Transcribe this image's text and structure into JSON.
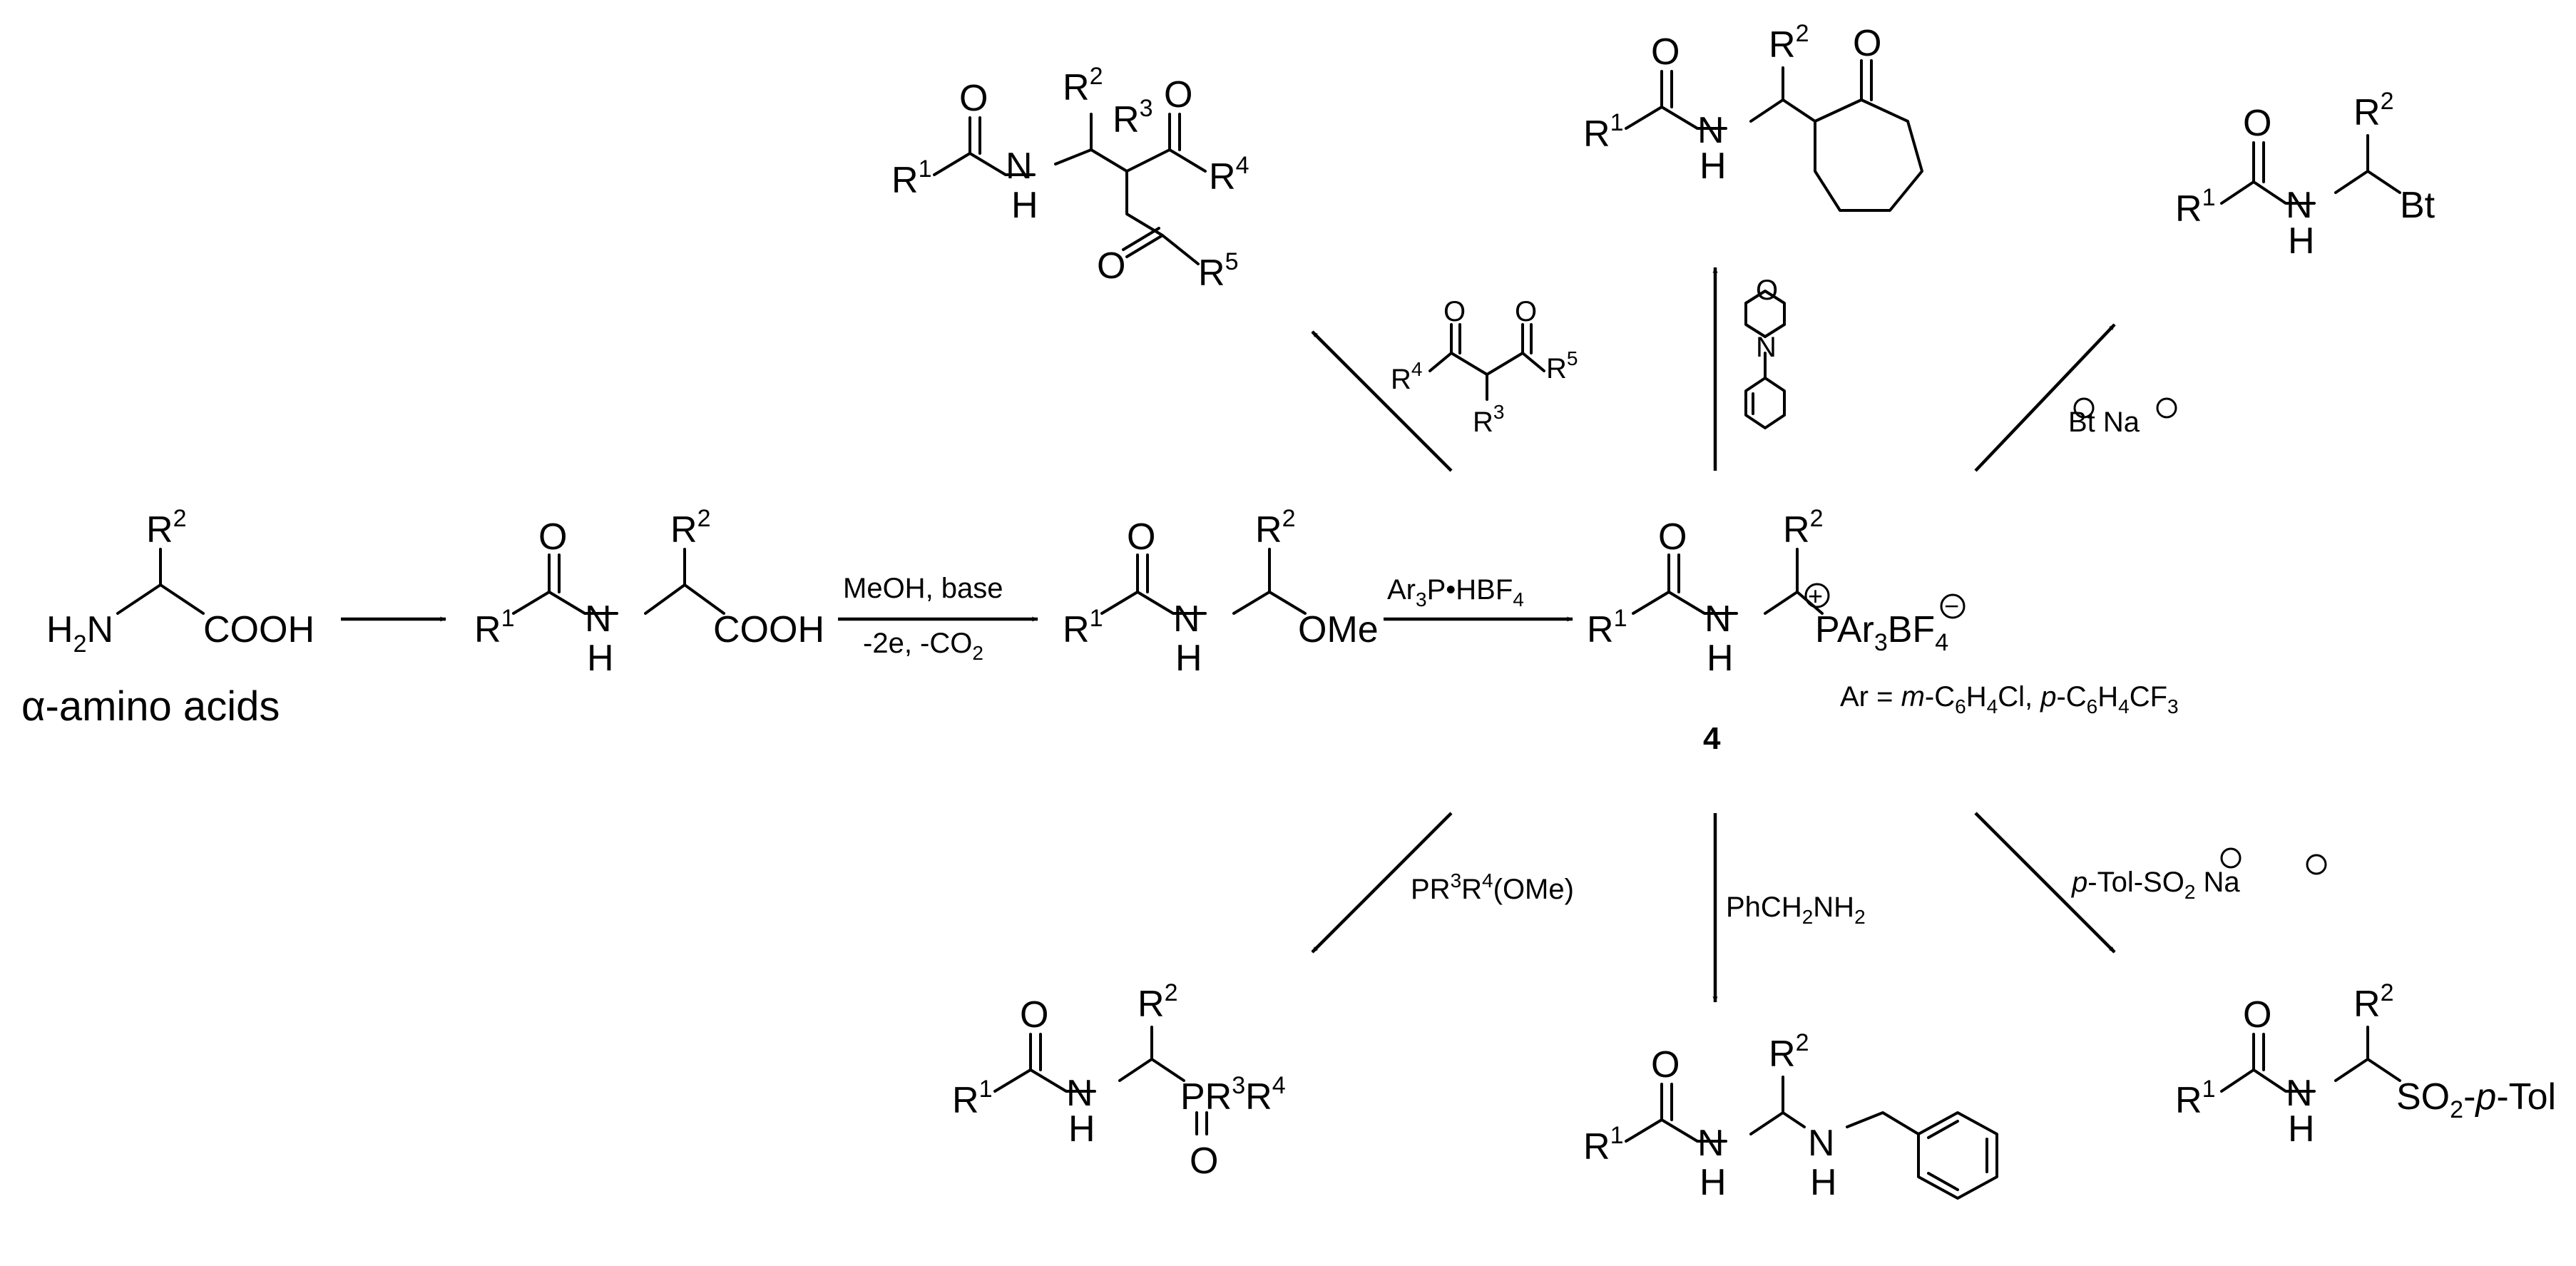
{
  "figure": {
    "alpha_label": "α-amino acids",
    "compound_number": "4",
    "ar_definition": {
      "prefix": "Ar = ",
      "m": "m",
      "part1": "-C",
      "s6": "6",
      "h": "H",
      "s4": "4",
      "cl_sep": "Cl, ",
      "p": "p",
      "part2": "-C",
      "cf": "CF",
      "s3": "3"
    },
    "atoms": {
      "R": "R",
      "one": "1",
      "two": "2",
      "three": "3",
      "four": "4",
      "five": "5",
      "O": "O",
      "N": "N",
      "H": "H",
      "P": "P",
      "H2N": "H",
      "NH2_sub": "2",
      "N_after": "N",
      "COOH": "COOH",
      "OMe": "OMe",
      "Bt": "Bt",
      "Na": "Na",
      "PAr3BF4": {
        "main": "PAr",
        "s3": "3",
        "bf": "BF",
        "s4": "4"
      },
      "PR3R4": {
        "p": "PR",
        "r": "R"
      },
      "SO2pTol": {
        "so": "SO",
        "s2": "2",
        "dash": "-",
        "p": "p",
        "tol": "-Tol"
      },
      "minus": "−",
      "plus": "+"
    },
    "reagents": {
      "electro_top": "MeOH, base",
      "electro_bottom": {
        "a": "-2e, -CO",
        "s": "2"
      },
      "phosphonium": {
        "a": "Ar",
        "s3": "3",
        "b": "P•HBF",
        "s4": "4"
      },
      "phosphite": {
        "a": "PR",
        "b": "R",
        "c": "(OMe)"
      },
      "benzylamine": {
        "a": "PhCH",
        "s": "2",
        "b": "NH",
        "s2": "2"
      },
      "sulfinate": {
        "p": "p",
        "a": "-Tol-SO",
        "s": "2",
        "b": " Na"
      },
      "bt_salt": {
        "bt": "Bt",
        "na": " Na"
      },
      "dicarbonyl_R": "R"
    }
  }
}
